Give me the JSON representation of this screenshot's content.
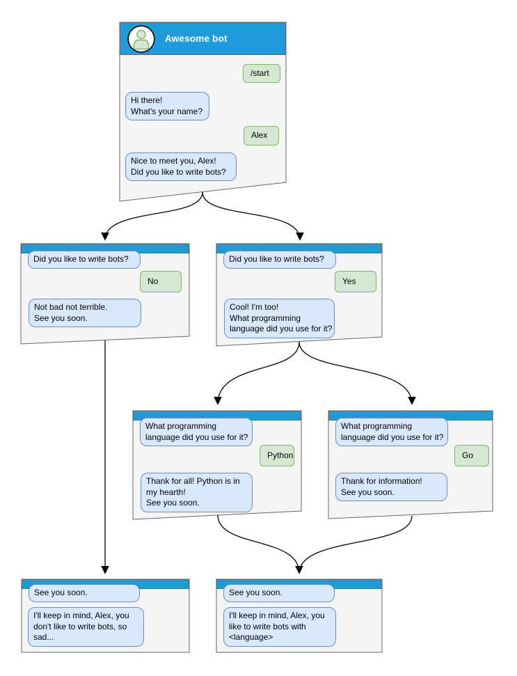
{
  "colors": {
    "header_blue": "#1e9bd9",
    "bot_bubble_fill": "#dae8fc",
    "bot_bubble_border": "#6c8ebf",
    "user_bubble_fill": "#d5e8d4",
    "user_bubble_border": "#82b366",
    "window_fill": "#f5f5f5",
    "window_border": "#666666",
    "connector": "#000000"
  },
  "windows": {
    "root": {
      "title": "Awesome bot",
      "avatar_icon": "user-avatar-icon",
      "messages": [
        {
          "from": "user",
          "text": "/start"
        },
        {
          "from": "bot",
          "text": "Hi there!\nWhat's your name?"
        },
        {
          "from": "user",
          "text": "Alex"
        },
        {
          "from": "bot",
          "text": "Nice to meet you, Alex!\nDid you like to write bots?"
        }
      ]
    },
    "branch_no": {
      "messages": [
        {
          "from": "bot",
          "text": "Did you like to write bots?"
        },
        {
          "from": "user",
          "text": "No"
        },
        {
          "from": "bot",
          "text": "Not bad not terrible.\nSee you soon."
        }
      ]
    },
    "branch_yes": {
      "messages": [
        {
          "from": "bot",
          "text": "Did you like to write bots?"
        },
        {
          "from": "user",
          "text": "Yes"
        },
        {
          "from": "bot",
          "text": "Cool! I'm too!\nWhat programming\nlanguage did you use for it?"
        }
      ]
    },
    "branch_python": {
      "messages": [
        {
          "from": "bot",
          "text": "What programming\nlanguage did you use for it?"
        },
        {
          "from": "user",
          "text": "Python"
        },
        {
          "from": "bot",
          "text": "Thank for all! Python is in\nmy hearth!\nSee you soon."
        }
      ]
    },
    "branch_go": {
      "messages": [
        {
          "from": "bot",
          "text": "What programming\nlanguage did you use for it?"
        },
        {
          "from": "user",
          "text": "Go"
        },
        {
          "from": "bot",
          "text": "Thank for information!\nSee you soon."
        }
      ]
    },
    "end_no": {
      "messages": [
        {
          "from": "bot",
          "text": "See you soon."
        },
        {
          "from": "bot",
          "text": "I'll keep in mind, Alex, you\ndon't like to write bots, so\nsad..."
        }
      ]
    },
    "end_yes": {
      "messages": [
        {
          "from": "bot",
          "text": "See you soon."
        },
        {
          "from": "bot",
          "text": "I'll keep in mind, Alex, you\nlike to write bots with\n<language>"
        }
      ]
    }
  },
  "flow": [
    {
      "from": "root",
      "to": "branch_no"
    },
    {
      "from": "root",
      "to": "branch_yes"
    },
    {
      "from": "branch_yes",
      "to": "branch_python"
    },
    {
      "from": "branch_yes",
      "to": "branch_go"
    },
    {
      "from": "branch_no",
      "to": "end_no"
    },
    {
      "from": "branch_python",
      "to": "end_yes"
    },
    {
      "from": "branch_go",
      "to": "end_yes"
    }
  ]
}
